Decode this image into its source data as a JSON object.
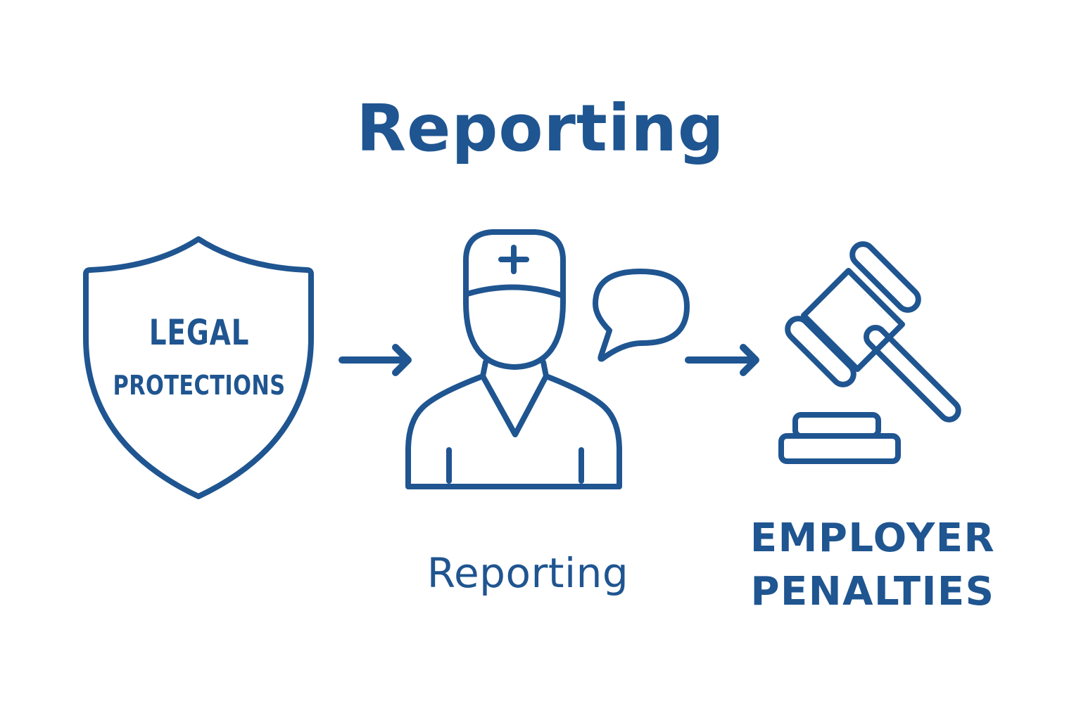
{
  "diagram": {
    "title": "Reporting",
    "accent_color": "#1f5590",
    "background_color": "#ffffff",
    "nodes": [
      {
        "id": "legal-protections",
        "icon": "shield-icon",
        "label_line1": "LEGAL",
        "label_line2": "PROTECTIONS"
      },
      {
        "id": "reporting",
        "icon": "healthcare-worker-icon",
        "secondary_icon": "speech-bubble-icon",
        "caption": "Reporting"
      },
      {
        "id": "employer-penalties",
        "icon": "gavel-icon",
        "caption_line1": "EMPLOYER",
        "caption_line2": "PENALTIES"
      }
    ],
    "edges": [
      {
        "from": "legal-protections",
        "to": "reporting",
        "icon": "arrow-right-icon"
      },
      {
        "from": "reporting",
        "to": "employer-penalties",
        "icon": "arrow-right-icon"
      }
    ]
  }
}
